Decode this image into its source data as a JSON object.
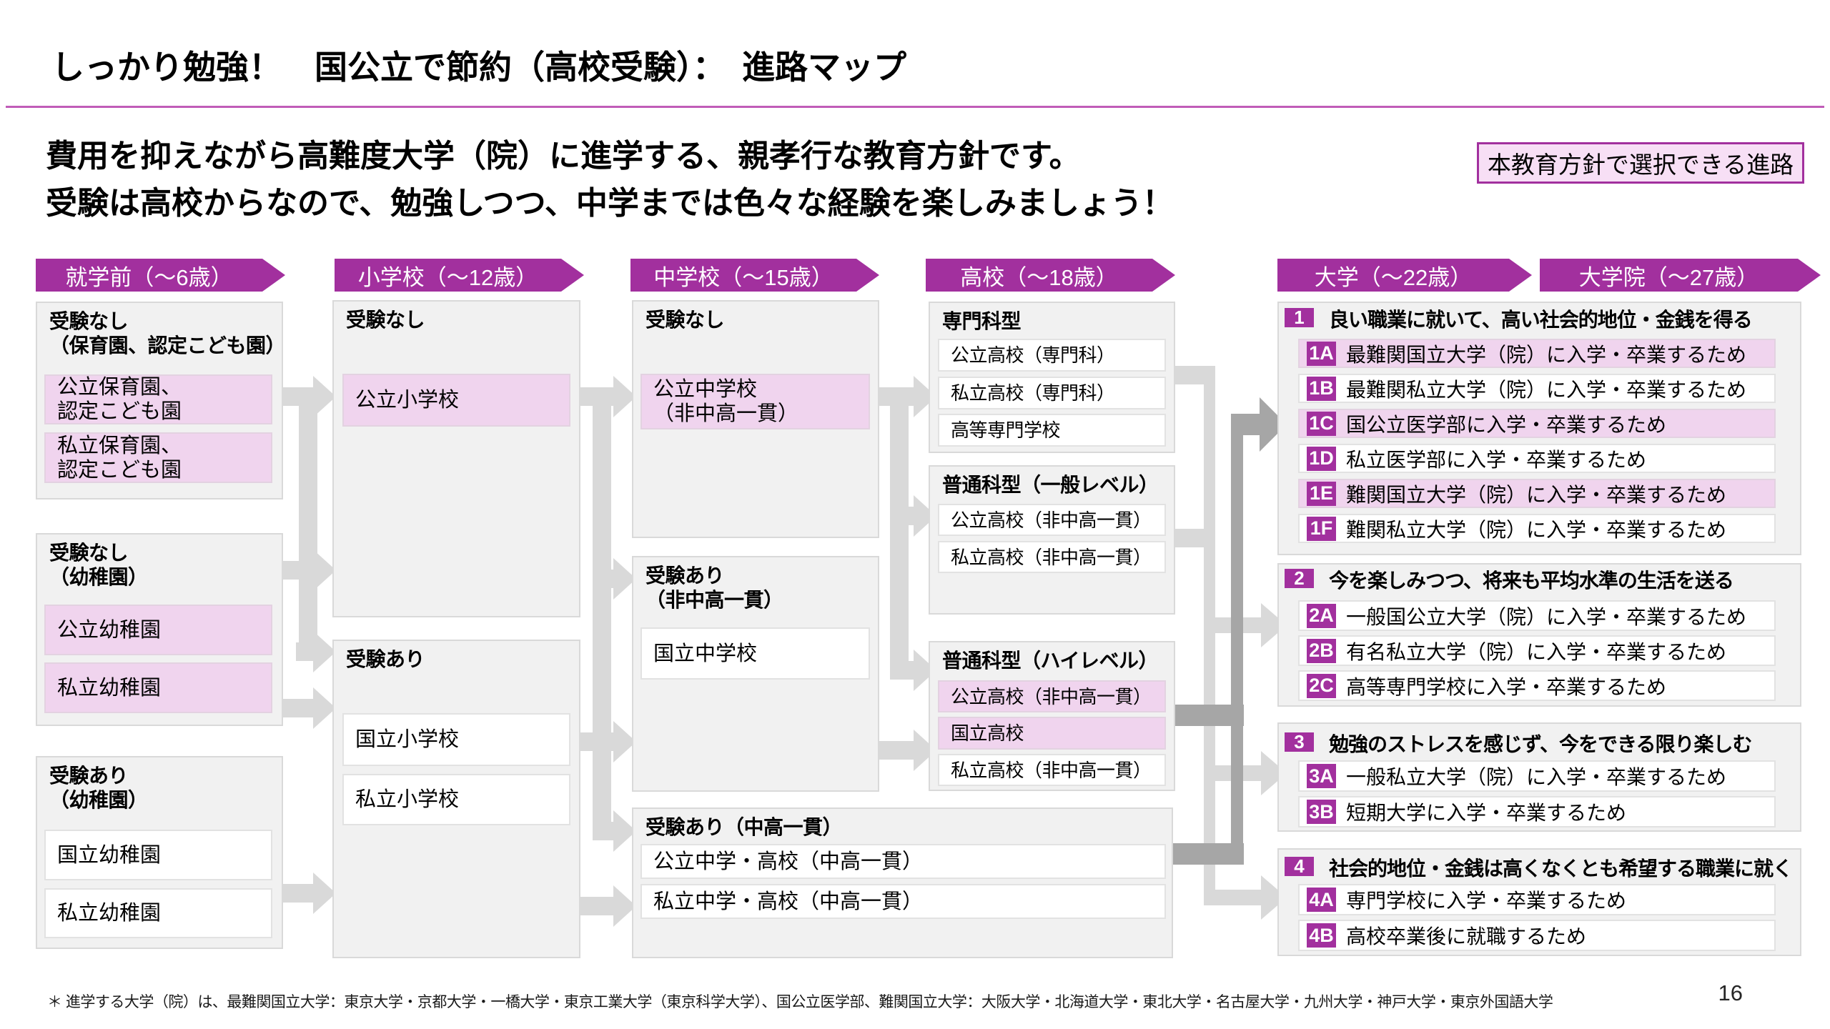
{
  "slide": {
    "title": "しっかり勉強！　国公立で節約（高校受験）：　進路マップ",
    "subtitle": "費用を抑えながら高難度大学（院）に進学する、親孝行な教育方針です。\n受験は高校からなので、勉強しつつ、中学までは色々な経験を楽しみましょう！",
    "note_box": "本教育方針で選択できる進路",
    "footnote": "＊ 進学する大学（院）は、最難関国立大学：東京大学・京都大学・一橋大学・東京工業大学（東京科学大学）、国公立医学部、難関国立大学：大阪大学・北海道大学・東北大学・名古屋大学・九州大学・神戸大学・東京外国語大学",
    "page_number": "16"
  },
  "stages": [
    {
      "label": "就学前（～6歳）"
    },
    {
      "label": "小学校（～12歳）"
    },
    {
      "label": "中学校（～15歳）"
    },
    {
      "label": "高校（～18歳）"
    },
    {
      "label": "大学（～22歳）"
    },
    {
      "label": "大学院（～27歳）"
    }
  ],
  "columns": {
    "preschool": {
      "boxes": [
        {
          "label": "受験なし\n（保育園、認定こども園）",
          "items": [
            {
              "label": "公立保育園、\n認定こども園",
              "highlighted": true
            },
            {
              "label": "私立保育園、\n認定こども園",
              "highlighted": true
            }
          ]
        },
        {
          "label": "受験なし\n（幼稚園）",
          "items": [
            {
              "label": "公立幼稚園",
              "highlighted": true
            },
            {
              "label": "私立幼稚園",
              "highlighted": true
            }
          ]
        },
        {
          "label": "受験あり\n（幼稚園）",
          "items": [
            {
              "label": "国立幼稚園",
              "highlighted": false
            },
            {
              "label": "私立幼稚園",
              "highlighted": false
            }
          ]
        }
      ]
    },
    "elementary": {
      "boxes": [
        {
          "label": "受験なし",
          "items": [
            {
              "label": "公立小学校",
              "highlighted": true
            }
          ]
        },
        {
          "label": "受験あり",
          "items": [
            {
              "label": "国立小学校",
              "highlighted": false
            },
            {
              "label": "私立小学校",
              "highlighted": false
            }
          ]
        }
      ]
    },
    "junior_high": {
      "boxes": [
        {
          "label": "受験なし",
          "items": [
            {
              "label": "公立中学校\n（非中高一貫）",
              "highlighted": true
            }
          ]
        },
        {
          "label": "受験あり\n（非中高一貫）",
          "items": [
            {
              "label": "国立中学校",
              "highlighted": false
            }
          ]
        },
        {
          "label": "受験あり（中高一貫）",
          "items": [
            {
              "label": "公立中学・高校（中高一貫）",
              "highlighted": false
            },
            {
              "label": "私立中学・高校（中高一貫）",
              "highlighted": false
            }
          ]
        }
      ]
    },
    "high_school": {
      "boxes": [
        {
          "label": "専門科型",
          "items": [
            {
              "label": "公立高校（専門科）",
              "highlighted": false
            },
            {
              "label": "私立高校（専門科）",
              "highlighted": false
            },
            {
              "label": "高等専門学校",
              "highlighted": false
            }
          ]
        },
        {
          "label": "普通科型（一般レベル）",
          "items": [
            {
              "label": "公立高校（非中高一貫）",
              "highlighted": false
            },
            {
              "label": "私立高校（非中高一貫）",
              "highlighted": false
            }
          ]
        },
        {
          "label": "普通科型（ハイレベル）",
          "items": [
            {
              "label": "公立高校（非中高一貫）",
              "highlighted": true
            },
            {
              "label": "国立高校",
              "highlighted": true
            },
            {
              "label": "私立高校（非中高一貫）",
              "highlighted": false
            }
          ]
        }
      ]
    },
    "university": {
      "groups": [
        {
          "badge": "1",
          "title": "良い職業に就いて、高い社会的地位・金銭を得る",
          "rows": [
            {
              "code": "1A",
              "label": "最難関国立大学（院）に入学・卒業するため",
              "highlighted": true
            },
            {
              "code": "1B",
              "label": "最難関私立大学（院）に入学・卒業するため",
              "highlighted": false
            },
            {
              "code": "1C",
              "label": "国公立医学部に入学・卒業するため",
              "highlighted": true
            },
            {
              "code": "1D",
              "label": "私立医学部に入学・卒業するため",
              "highlighted": false
            },
            {
              "code": "1E",
              "label": "難関国立大学（院）に入学・卒業するため",
              "highlighted": true
            },
            {
              "code": "1F",
              "label": "難関私立大学（院）に入学・卒業するため",
              "highlighted": false
            }
          ]
        },
        {
          "badge": "2",
          "title": "今を楽しみつつ、将来も平均水準の生活を送る",
          "rows": [
            {
              "code": "2A",
              "label": "一般国公立大学（院）に入学・卒業するため",
              "highlighted": false
            },
            {
              "code": "2B",
              "label": "有名私立大学（院）に入学・卒業するため",
              "highlighted": false
            },
            {
              "code": "2C",
              "label": "高等専門学校に入学・卒業するため",
              "highlighted": false
            }
          ]
        },
        {
          "badge": "3",
          "title": "勉強のストレスを感じず、今をできる限り楽しむ",
          "rows": [
            {
              "code": "3A",
              "label": "一般私立大学（院）に入学・卒業するため",
              "highlighted": false
            },
            {
              "code": "3B",
              "label": "短期大学に入学・卒業するため",
              "highlighted": false
            }
          ]
        },
        {
          "badge": "4",
          "title": "社会的地位・金銭は高くなくとも希望する職業に就く",
          "rows": [
            {
              "code": "4A",
              "label": "専門学校に入学・卒業するため",
              "highlighted": false
            },
            {
              "code": "4B",
              "label": "高校卒業後に就職するため",
              "highlighted": false
            }
          ]
        }
      ]
    }
  },
  "colors": {
    "accent": "#A2309E",
    "highlight_pink": "#F0D4EE",
    "box_gray": "#F1F1F1",
    "connector_light": "#D9D9D9",
    "connector_dark": "#A6A6A6"
  }
}
